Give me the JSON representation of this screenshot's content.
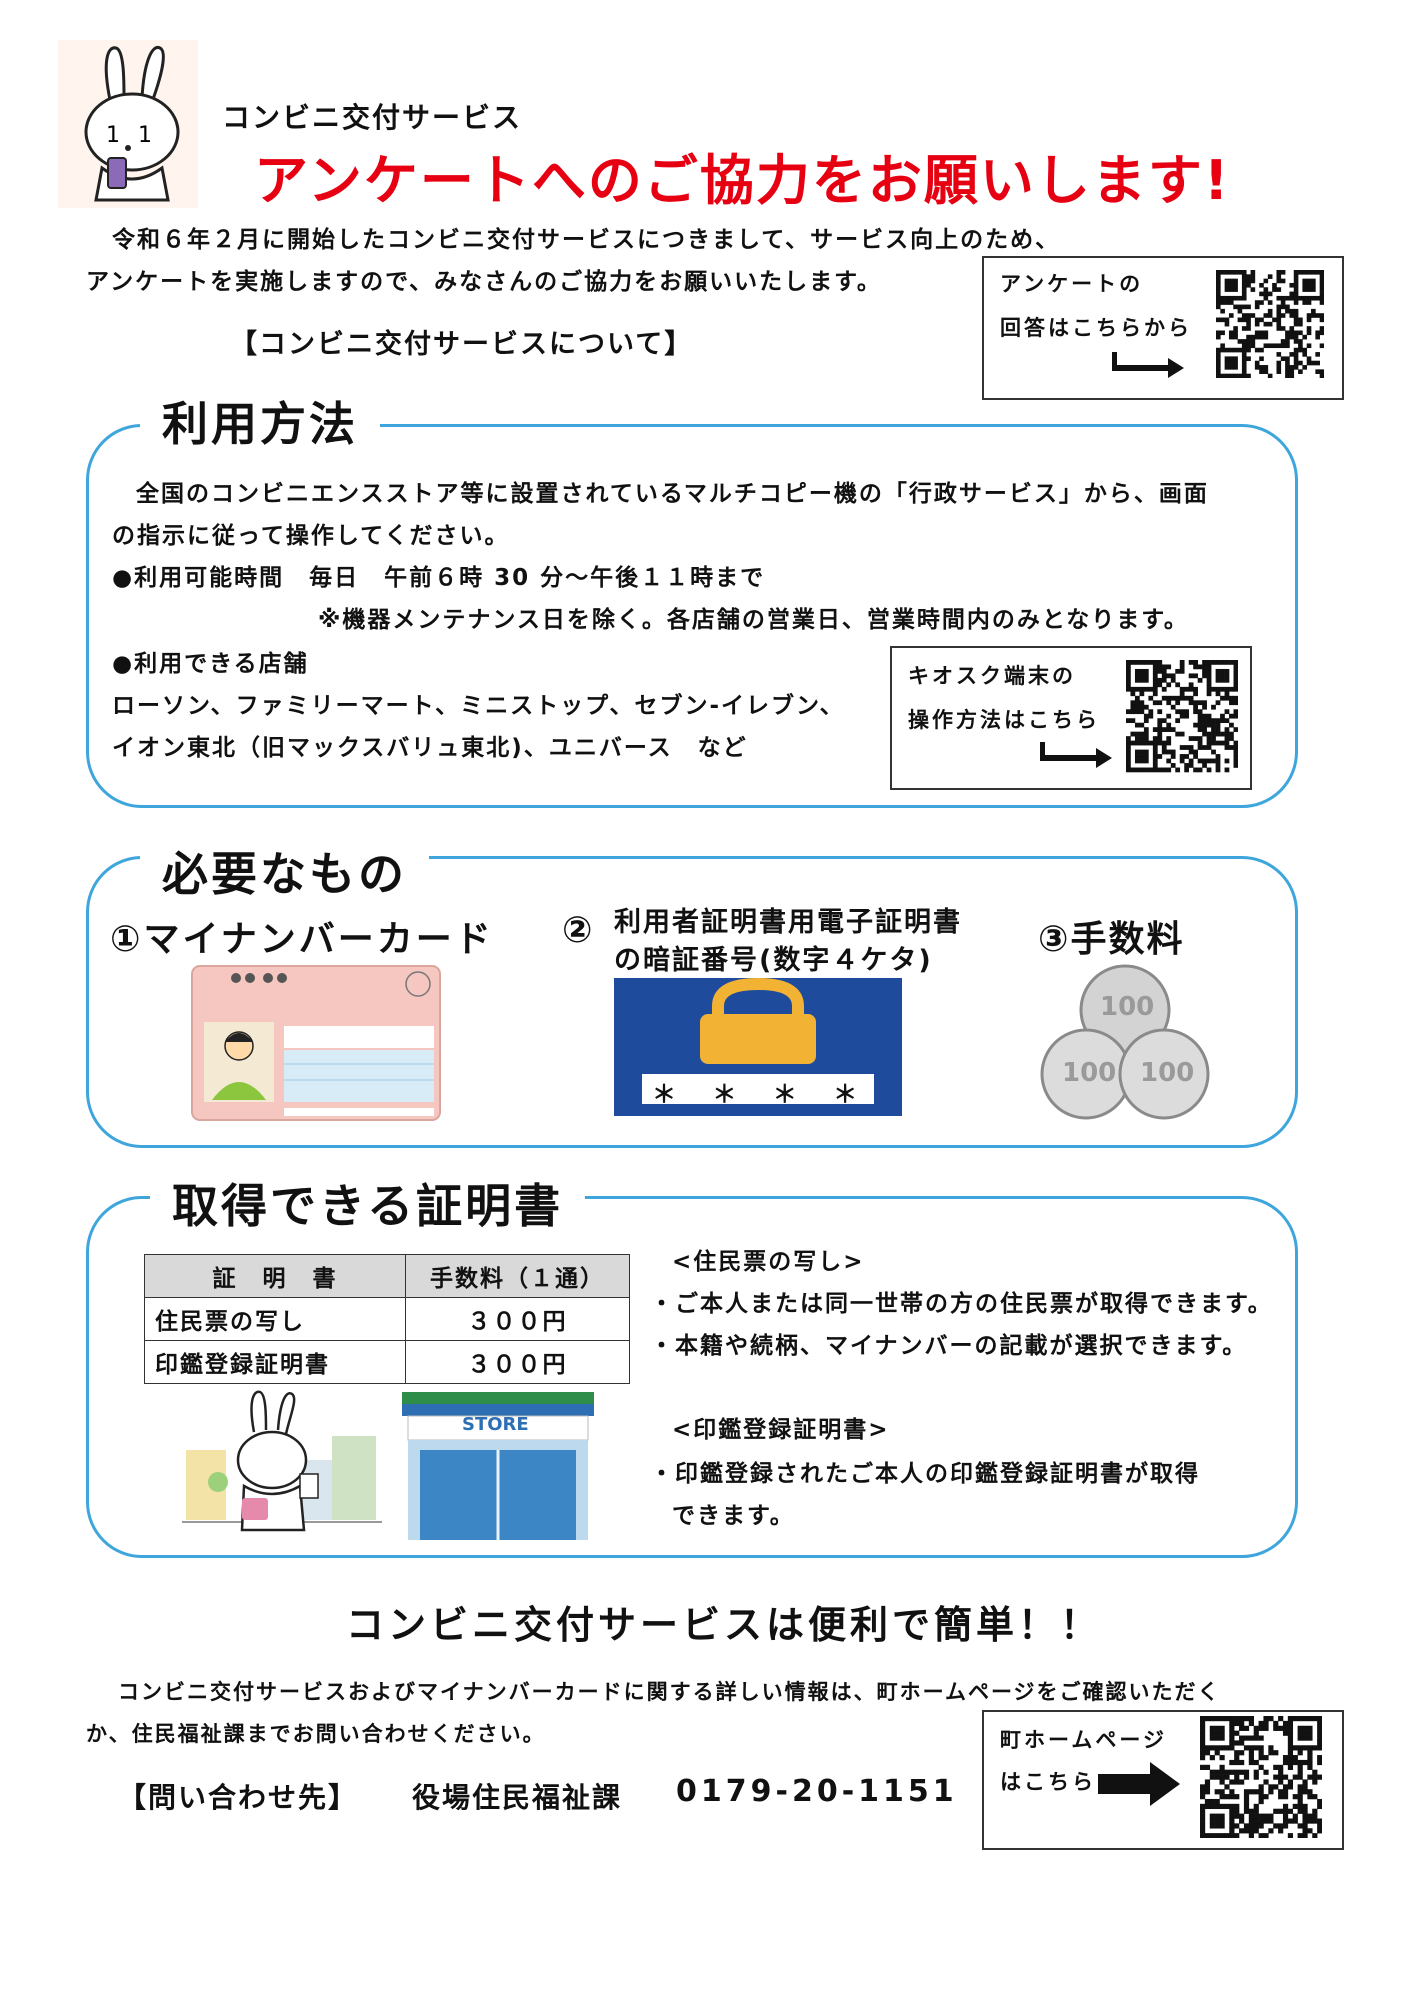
{
  "header": {
    "subtitle": "コンビニ交付サービス",
    "title": "アンケートへのご協力をお願いします!"
  },
  "intro": {
    "line1": "令和６年２月に開始したコンビニ交付サービスにつきまして、サービス向上のため、",
    "line2": "アンケートを実施しますので、みなさんのご協力をお願いいたします。",
    "about": "【コンビニ交付サービスについて】"
  },
  "survey_box": {
    "line1": "アンケートの",
    "line2": "回答はこちらから"
  },
  "usage": {
    "title": "利用方法",
    "line1": "全国のコンビニエンスストア等に設置されているマルチコピー機の「行政サービス」から、画面",
    "line2": "の指示に従って操作してください。",
    "hours": "●利用可能時間　毎日　午前６時 30 分～午後１１時まで",
    "note": "※機器メンテナンス日を除く。各店舗の営業日、営業時間内のみとなります。",
    "stores_heading": "●利用できる店舗",
    "stores_line1": "ローソン、ファミリーマート、ミニストップ、セブン-イレブン、",
    "stores_line2": "イオン東北（旧マックスバリュ東北)、ユニバース　など",
    "kiosk_line1": "キオスク端末の",
    "kiosk_line2": "操作方法はこちら"
  },
  "needs": {
    "title": "必要なもの",
    "item1": "①マイナンバーカード",
    "item2_num": "②",
    "item2_line1": "利用者証明書用電子証明書",
    "item2_line2": "の暗証番号(数字４ケタ)",
    "item3": "③手数料",
    "pin_mask": "＊ ＊ ＊ ＊",
    "coin_value": "100"
  },
  "certs": {
    "title": "取得できる証明書",
    "table_headers": [
      "証　明　書",
      "手数料（１通）"
    ],
    "table_rows": [
      [
        "住民票の写し",
        "３００円"
      ],
      [
        "印鑑登録証明書",
        "３００円"
      ]
    ],
    "resident_heading": "<住民票の写し>",
    "resident_b1": "・ご本人または同一世帯の方の住民票が取得できます。",
    "resident_b2": "・本籍や続柄、マイナンバーの記載が選択できます。",
    "seal_heading": "<印鑑登録証明書>",
    "seal_b1": "・印鑑登録されたご本人の印鑑登録証明書が取得",
    "seal_b2": "できます。",
    "store_sign": "STORE"
  },
  "footer": {
    "slogan": "コンビニ交付サービスは便利で簡単！！",
    "info_line1": "コンビニ交付サービスおよびマイナンバーカードに関する詳しい情報は、町ホームページをご確認いただく",
    "info_line2": "か、住民福祉課までお問い合わせください。",
    "contact_label": "【問い合わせ先】",
    "contact_dept": "役場住民福祉課",
    "contact_phone": "0179-20-1151",
    "hp_line1": "町ホームページ",
    "hp_line2": "はこちら"
  },
  "colors": {
    "accent_red": "#e60012",
    "frame_blue": "#3ea6dc",
    "card_pink": "#f6c7c0",
    "pin_navy": "#1f4b9c",
    "padlock_gold": "#f2b233"
  }
}
